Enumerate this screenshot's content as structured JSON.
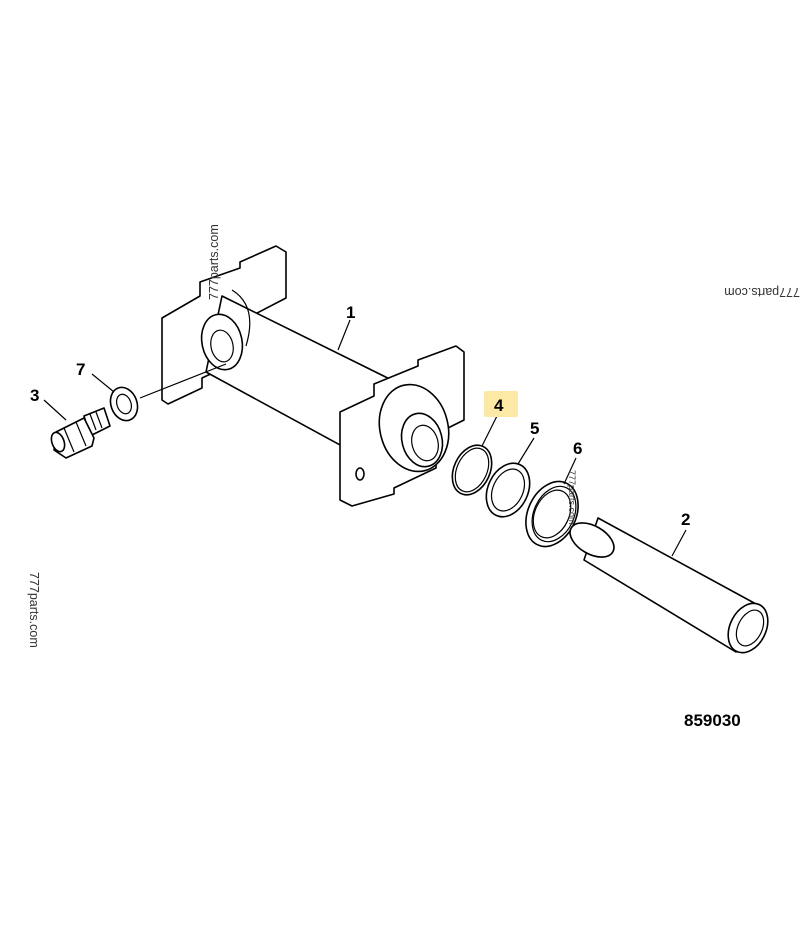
{
  "figure_number": "859030",
  "watermarks": [
    "777parts.com",
    "777parts.com",
    "777parts.com",
    "777parts.com"
  ],
  "callouts": [
    {
      "id": "1",
      "highlighted": false
    },
    {
      "id": "2",
      "highlighted": false
    },
    {
      "id": "3",
      "highlighted": false
    },
    {
      "id": "4",
      "highlighted": true
    },
    {
      "id": "5",
      "highlighted": false
    },
    {
      "id": "6",
      "highlighted": false
    },
    {
      "id": "7",
      "highlighted": false
    }
  ],
  "colors": {
    "highlight": "#fde9a6",
    "highlight_text": "#b8860b",
    "line": "#000000"
  }
}
